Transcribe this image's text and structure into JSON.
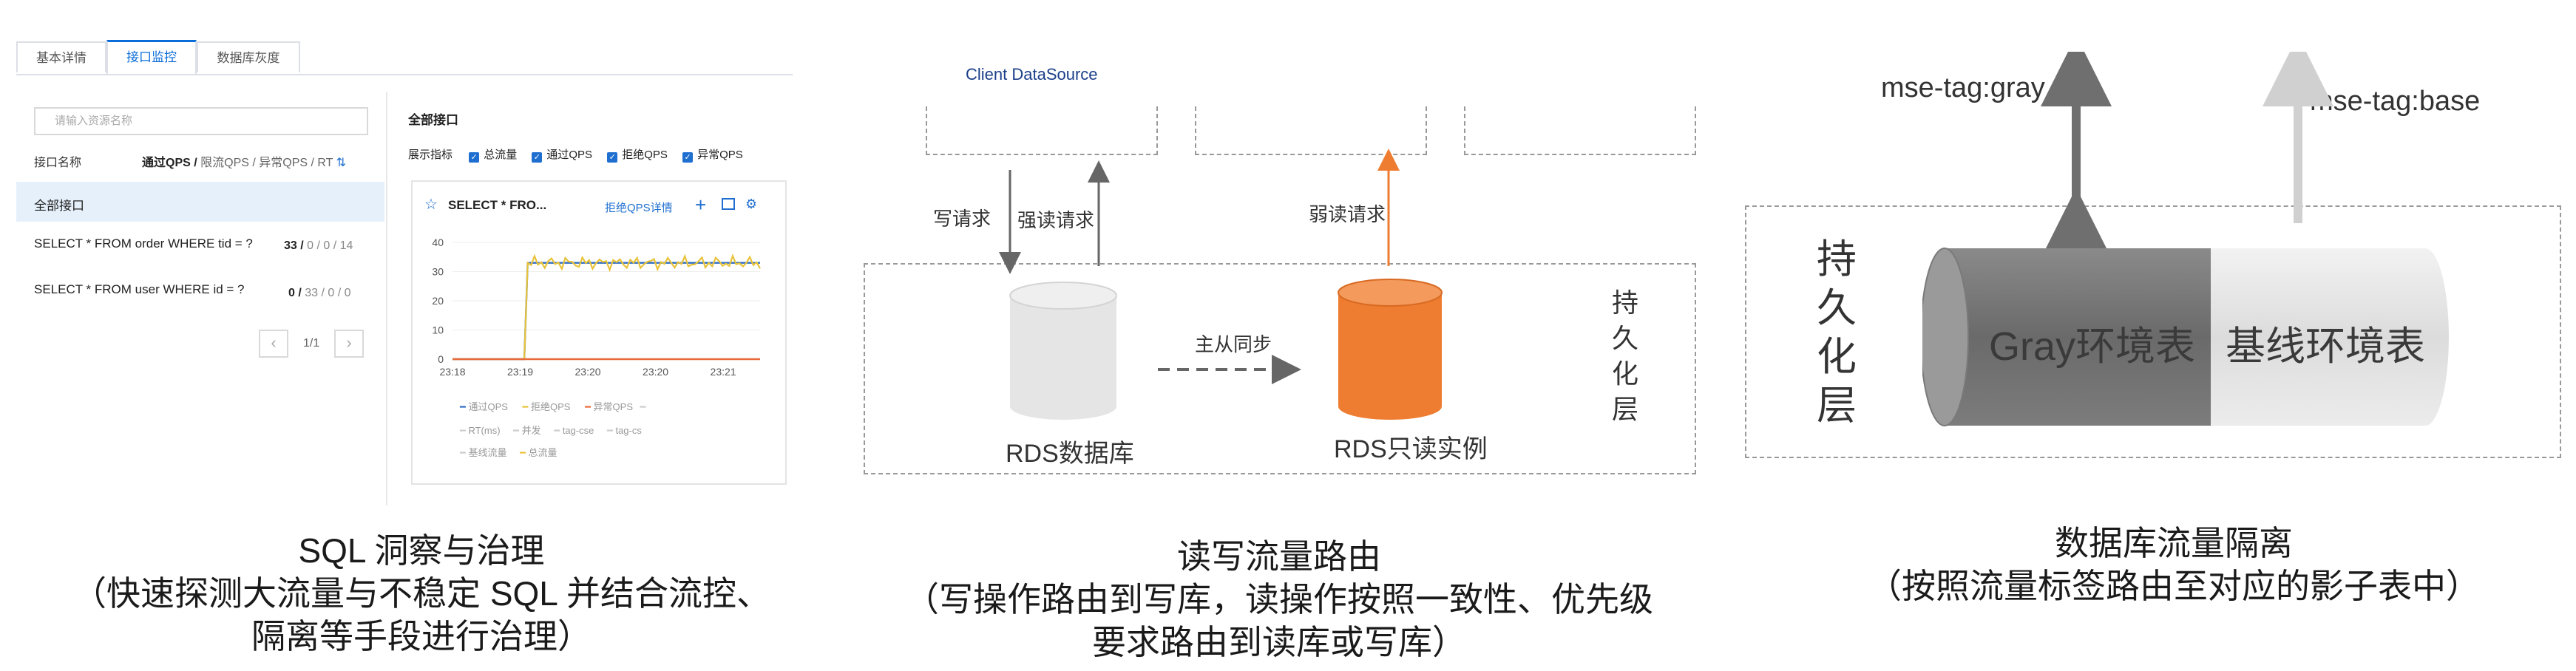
{
  "panel1": {
    "tabs": [
      "基本详情",
      "接口监控",
      "数据库灰度"
    ],
    "search_placeholder": "请输入资源名称",
    "col_name": "接口名称",
    "col_metrics_bold": "通过QPS /",
    "col_metrics_rest": "限流QPS / 异常QPS / RT",
    "rows": [
      {
        "name": "全部接口",
        "metrics_bold": "",
        "metrics_rest": ""
      },
      {
        "name": "SELECT * FROM order WHERE tid = ?",
        "metrics_bold": "33 /",
        "metrics_rest": "0 / 0 / 14"
      },
      {
        "name": "SELECT * FROM user WHERE id = ?",
        "metrics_bold": "0 /",
        "metrics_rest": "33 / 0 / 0"
      }
    ],
    "page": "1/1",
    "right_title": "全部接口",
    "indicator_label": "展示指标",
    "indicators": [
      "总流量",
      "通过QPS",
      "拒绝QPS",
      "异常QPS"
    ],
    "card_title": "SELECT * FRO...",
    "card_link": "拒绝QPS详情",
    "chart_data": {
      "type": "line",
      "x": [
        "23:18",
        "23:19",
        "23:20",
        "23:20",
        "23:21"
      ],
      "ylim": [
        0,
        40
      ],
      "yticks": [
        0,
        10,
        20,
        30,
        40
      ],
      "series": [
        {
          "name": "通过QPS",
          "color": "#2f6dc4",
          "values": [
            0,
            33,
            33,
            33,
            33
          ]
        },
        {
          "name": "拒绝QPS",
          "color": "#e8c33a",
          "values": [
            0,
            33,
            33,
            33,
            33
          ]
        },
        {
          "name": "异常QPS",
          "color": "#e86a3a",
          "values": [
            0,
            0,
            0,
            0,
            0
          ]
        }
      ],
      "legend": [
        "通过QPS",
        "拒绝QPS",
        "异常QPS",
        "RT(ms)",
        "并发",
        "tag-cse",
        "tag-cs",
        "基线流量",
        "总流量"
      ]
    },
    "caption": [
      "SQL 洞察与治理",
      "（快速探测大流量与不稳定 SQL 并结合流控、",
      "隔离等手段进行治理）"
    ]
  },
  "panel2": {
    "client_label": "Client DataSource",
    "write_req": "写请求",
    "strong_read": "强读请求",
    "weak_read": "弱读请求",
    "sync": "主从同步",
    "db_primary": "RDS数据库",
    "db_replica": "RDS只读实例",
    "layer": "持久化层",
    "primary_color": "#e5e5e5",
    "replica_color": "#ee7d31",
    "caption": [
      "读写流量路由",
      "（写操作路由到写库，读操作按照一致性、优先级",
      "要求路由到读库或写库）"
    ]
  },
  "panel3": {
    "tag_gray": "mse-tag:gray",
    "tag_base": "mse-tag:base",
    "layer": "持久化层",
    "gray_table": "Gray环境表",
    "base_table": "基线环境表",
    "caption": [
      "数据库流量隔离",
      "（按照流量标签路由至对应的影子表中）"
    ]
  }
}
